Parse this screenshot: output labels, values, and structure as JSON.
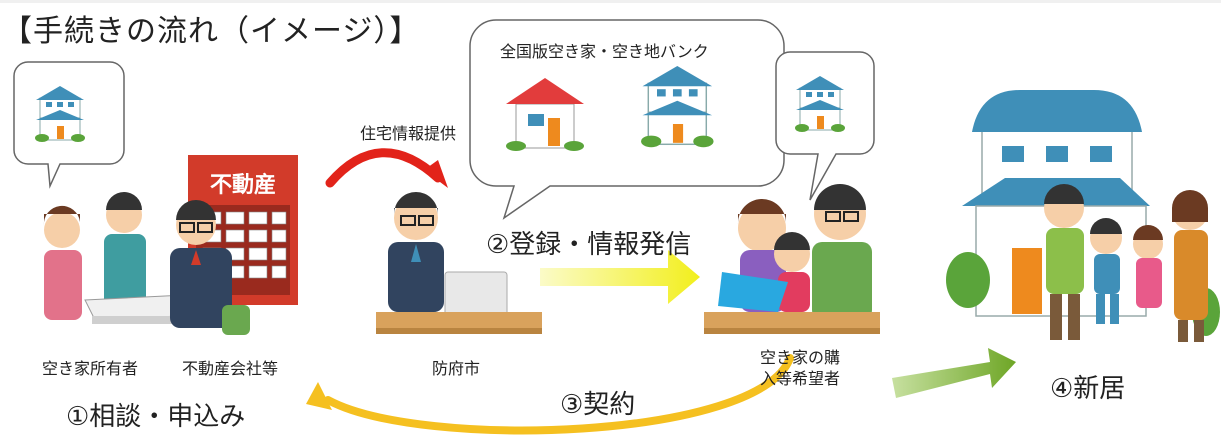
{
  "title": "【手続きの流れ（イメージ）】",
  "labels": {
    "owner": "空き家所有者",
    "realtor": "不動産会社等",
    "city": "防府市",
    "buyer_line1": "空き家の購",
    "buyer_line2": "入等希望者",
    "info": "住宅情報提供",
    "bank": "全国版空き家・空き地バンク",
    "sign": "不動産"
  },
  "steps": {
    "s1": "①相談・申込み",
    "s2": "②登録・情報発信",
    "s3": "③契約",
    "s4": "④新居"
  },
  "colors": {
    "red_arrow": "#e2231a",
    "yellow_arrow": "#f2ef1c",
    "orange_arc": "#f5c020",
    "green_arrow": "#7cae2e",
    "roof_blue": "#3f8fb8",
    "roof_red": "#e23c3c"
  }
}
